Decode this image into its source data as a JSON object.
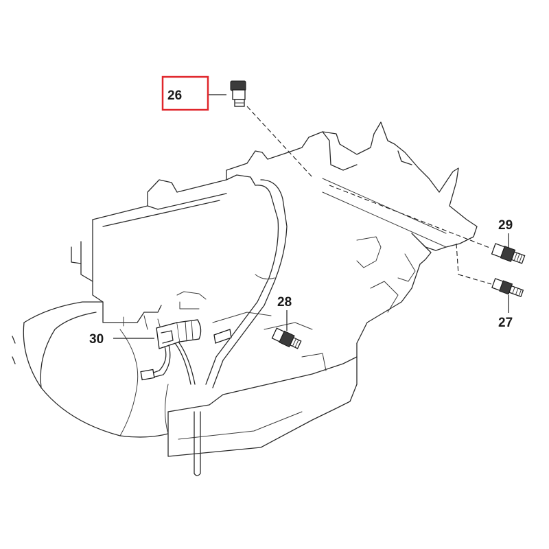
{
  "diagram": {
    "callouts": [
      {
        "id": "26",
        "label": "26",
        "highlighted": true
      },
      {
        "id": "27",
        "label": "27",
        "highlighted": false
      },
      {
        "id": "28",
        "label": "28",
        "highlighted": false
      },
      {
        "id": "29",
        "label": "29",
        "highlighted": false
      },
      {
        "id": "30",
        "label": "30",
        "highlighted": false
      }
    ],
    "highlight_color": "#e0262b",
    "line_color": "#2a2a2a"
  }
}
